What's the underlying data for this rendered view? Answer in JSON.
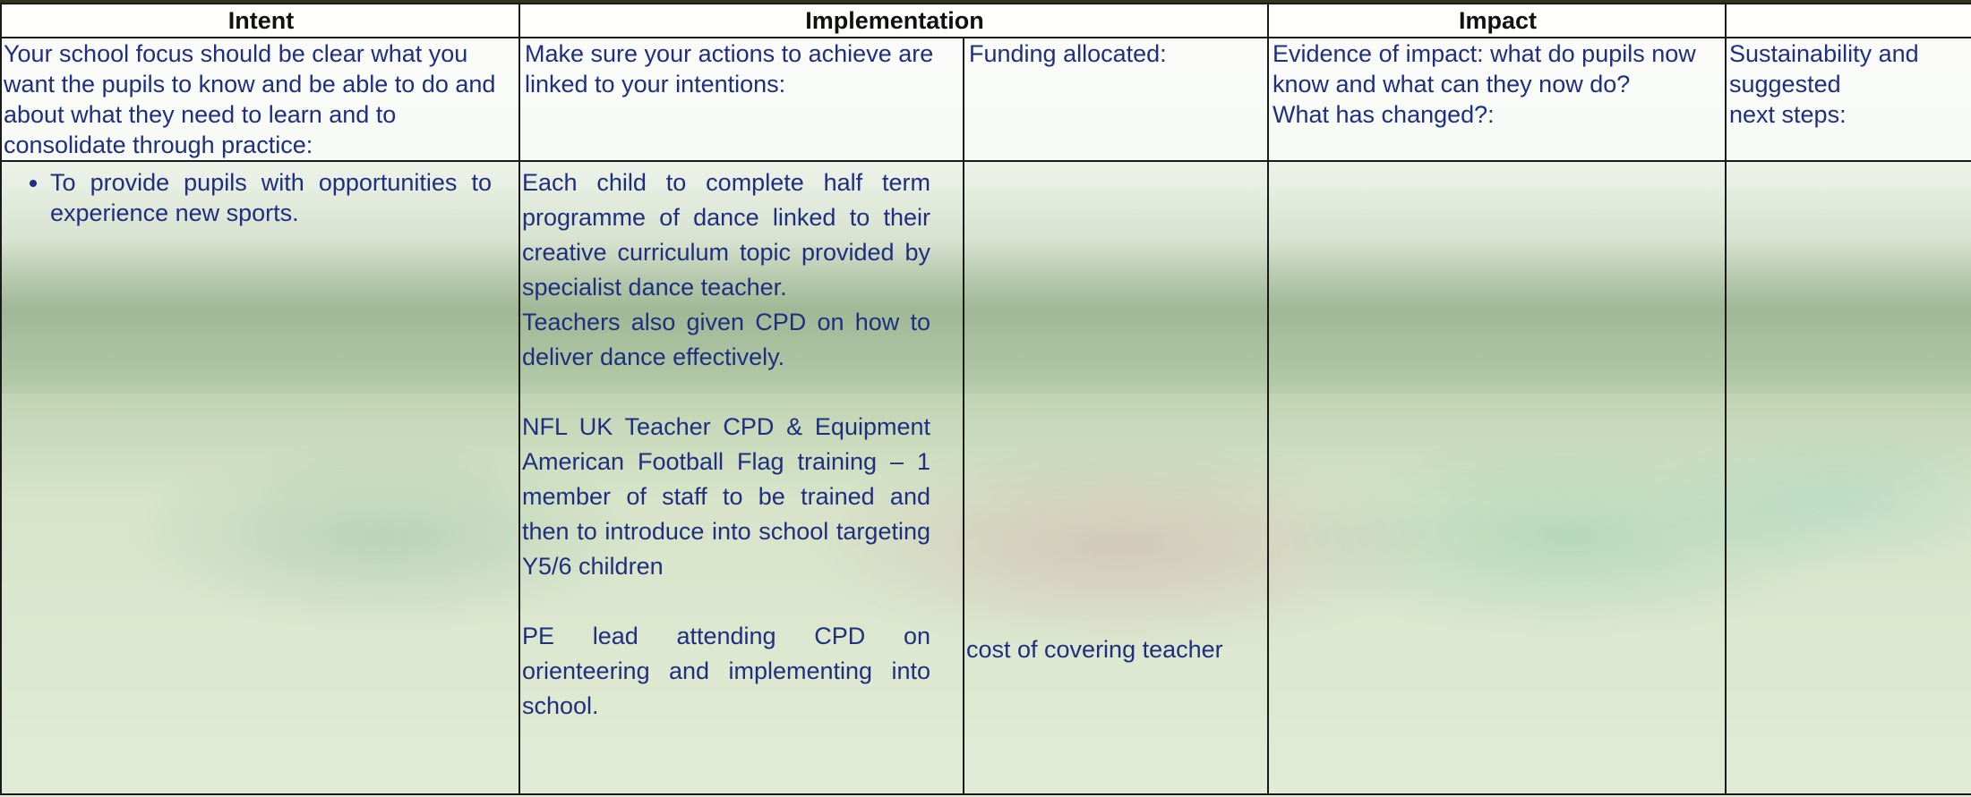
{
  "headers": {
    "intent": "Intent",
    "implementation": "Implementation",
    "impact": "Impact",
    "extra": ""
  },
  "subheaders": {
    "intent": "Your school focus should be clear what you want the pupils to know and be able to do and about what they need to learn and to consolidate through practice:",
    "actions": "Make sure your actions to achieve are linked to your intentions:",
    "funding": "Funding allocated:",
    "evidence_line1": "Evidence of impact: what do pupils now know and what can they now do?",
    "evidence_line2": "What has changed?:",
    "sustainability_line1": "Sustainability and suggested",
    "sustainability_line2": "next steps:"
  },
  "row": {
    "intent_bullet": "To provide pupils with opportunities to experience new sports.",
    "actions": [
      "Each child to complete half term programme of dance linked to their creative curriculum topic provided by specialist dance teacher.",
      "Teachers also given CPD on how to deliver dance effectively.",
      "NFL UK Teacher CPD & Equipment American Football Flag training – 1 member of staff to be trained and then to introduce into school targeting Y5/6 children",
      "PE lead attending CPD on orienteering and implementing into school."
    ],
    "funding_note": "cost of covering teacher",
    "evidence": "",
    "sustainability": ""
  }
}
